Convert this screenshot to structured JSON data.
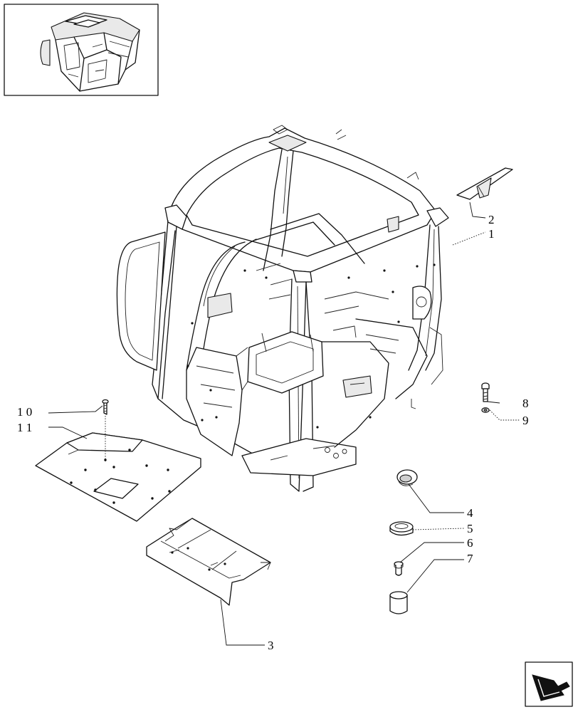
{
  "callouts": [
    {
      "id": "1",
      "text": "1"
    },
    {
      "id": "2",
      "text": "2"
    },
    {
      "id": "3",
      "text": "3"
    },
    {
      "id": "4",
      "text": "4"
    },
    {
      "id": "5",
      "text": "5"
    },
    {
      "id": "6",
      "text": "6"
    },
    {
      "id": "7",
      "text": "7"
    },
    {
      "id": "8",
      "text": "8"
    },
    {
      "id": "9",
      "text": "9"
    },
    {
      "id": "10",
      "text": "1 0"
    },
    {
      "id": "11",
      "text": "1 1"
    }
  ],
  "thumbnail": {
    "icon": "cab-overview-thumbnail"
  },
  "navigation": {
    "icon": "next-page-arrow-icon"
  }
}
